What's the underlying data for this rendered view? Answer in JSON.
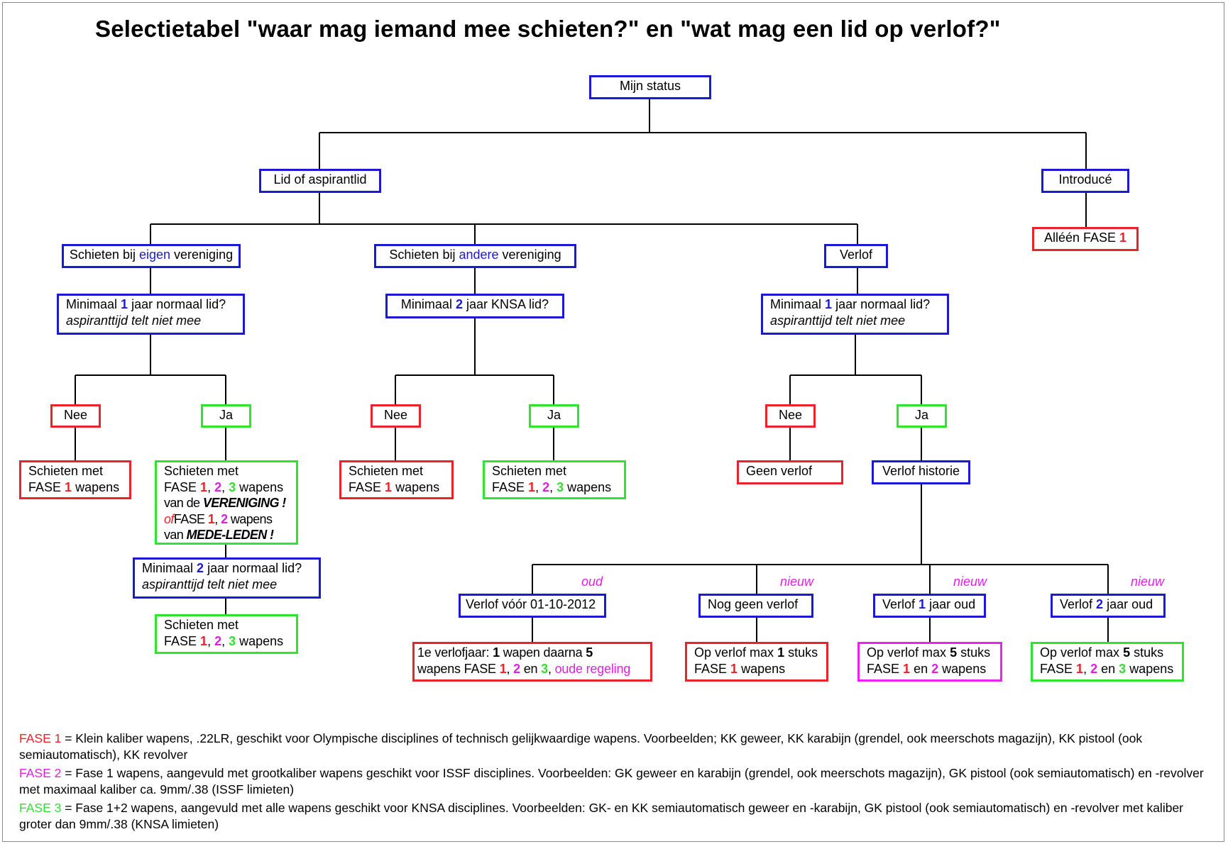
{
  "title": "Selectietabel \"waar mag iemand mee schieten?\" en \"wat mag een lid op verlof?\"",
  "colors": {
    "blue": "#1a1ad6",
    "red": "#e8232a",
    "green": "#2ee52e",
    "magenta": "#ee22ee"
  },
  "nodes": {
    "root": "Mijn status",
    "lid": "Lid of aspirantlid",
    "introduce": "Introducé",
    "introduce_result": {
      "text": "Alléén FASE",
      "num": "1"
    },
    "eigen": {
      "before": "Schieten bij",
      "highlight": "eigen",
      "after": "vereniging"
    },
    "andere": {
      "before": "Schieten bij",
      "highlight": "andere",
      "after": "vereniging"
    },
    "verlof": "Verlof",
    "q_eigen": {
      "before": "Minimaal",
      "num": "1",
      "after": "jaar normaal lid?",
      "note": "aspiranttijd telt niet mee"
    },
    "q_andere": {
      "before": "Minimaal",
      "num": "2",
      "after": "jaar KNSA lid?"
    },
    "q_verlof": {
      "before": "Minimaal",
      "num": "1",
      "after": "jaar normaal lid?",
      "note": "aspiranttijd telt niet mee"
    },
    "nee": "Nee",
    "ja": "Ja",
    "schieten_met": "Schieten met",
    "fase": "FASE",
    "wapens": "wapens",
    "r_eigen_ja": {
      "line3a": "van de",
      "line3b": "VERENIGING !",
      "line4a": "of",
      "line4b": "FASE",
      "line5a": "van",
      "line5b": "MEDE-LEDEN !"
    },
    "q_eigen2": {
      "before": "Minimaal",
      "num": "2",
      "after": "jaar normaal lid?",
      "note": "aspiranttijd telt niet mee"
    },
    "geen_verlof": "Geen verlof",
    "verlof_historie": "Verlof historie",
    "tags": {
      "oud": "oud",
      "nieuw": "nieuw"
    },
    "h_oud": "Verlof vóór 01-10-2012",
    "h_geen": "Nog geen verlof",
    "h_1jaar": {
      "before": "Verlof",
      "num": "1",
      "after": "jaar oud"
    },
    "h_2jaar": {
      "before": "Verlof",
      "num": "2",
      "after": "jaar oud"
    },
    "o_oud": {
      "a": "1e verlofjaar:",
      "b": "1",
      "c": "wapen daarna",
      "d": "5",
      "e": "wapens  FASE",
      "f": "en",
      "g": "oude regeling"
    },
    "o_geen": {
      "a": "Op verlof max",
      "b": "1",
      "c": "stuks"
    },
    "o_1jaar": {
      "a": "Op verlof max",
      "b": "5",
      "c": "stuks",
      "d": "en"
    },
    "o_2jaar": {
      "a": "Op verlof max",
      "b": "5",
      "c": "stuks",
      "d": "en"
    }
  },
  "digits": {
    "one": "1",
    "two": "2",
    "three": "3"
  },
  "legend": [
    {
      "label": "FASE 1",
      "text": " = Klein kaliber wapens, .22LR, geschikt voor Olympische disciplines of technisch gelijkwaardige wapens. Voorbeelden; KK geweer, KK karabijn (grendel, ook meerschots magazijn), KK pistool (ook semiautomatisch), KK revolver"
    },
    {
      "label": "FASE 2",
      "text": " = Fase 1 wapens, aangevuld met grootkaliber wapens geschikt voor ISSF disciplines. Voorbeelden: GK geweer en karabijn (grendel, ook meerschots magazijn), GK pistool (ook semiautomatisch) en -revolver met maximaal kaliber ca. 9mm/.38 (ISSF limieten)"
    },
    {
      "label": "FASE 3",
      "text": " = Fase 1+2 wapens, aangevuld met alle wapens geschikt voor KNSA disciplines. Voorbeelden: GK- en KK semiautomatisch geweer en -karabijn, GK pistool (ook semiautomatisch) en -revolver met kaliber groter dan 9mm/.38 (KNSA limieten)"
    }
  ]
}
